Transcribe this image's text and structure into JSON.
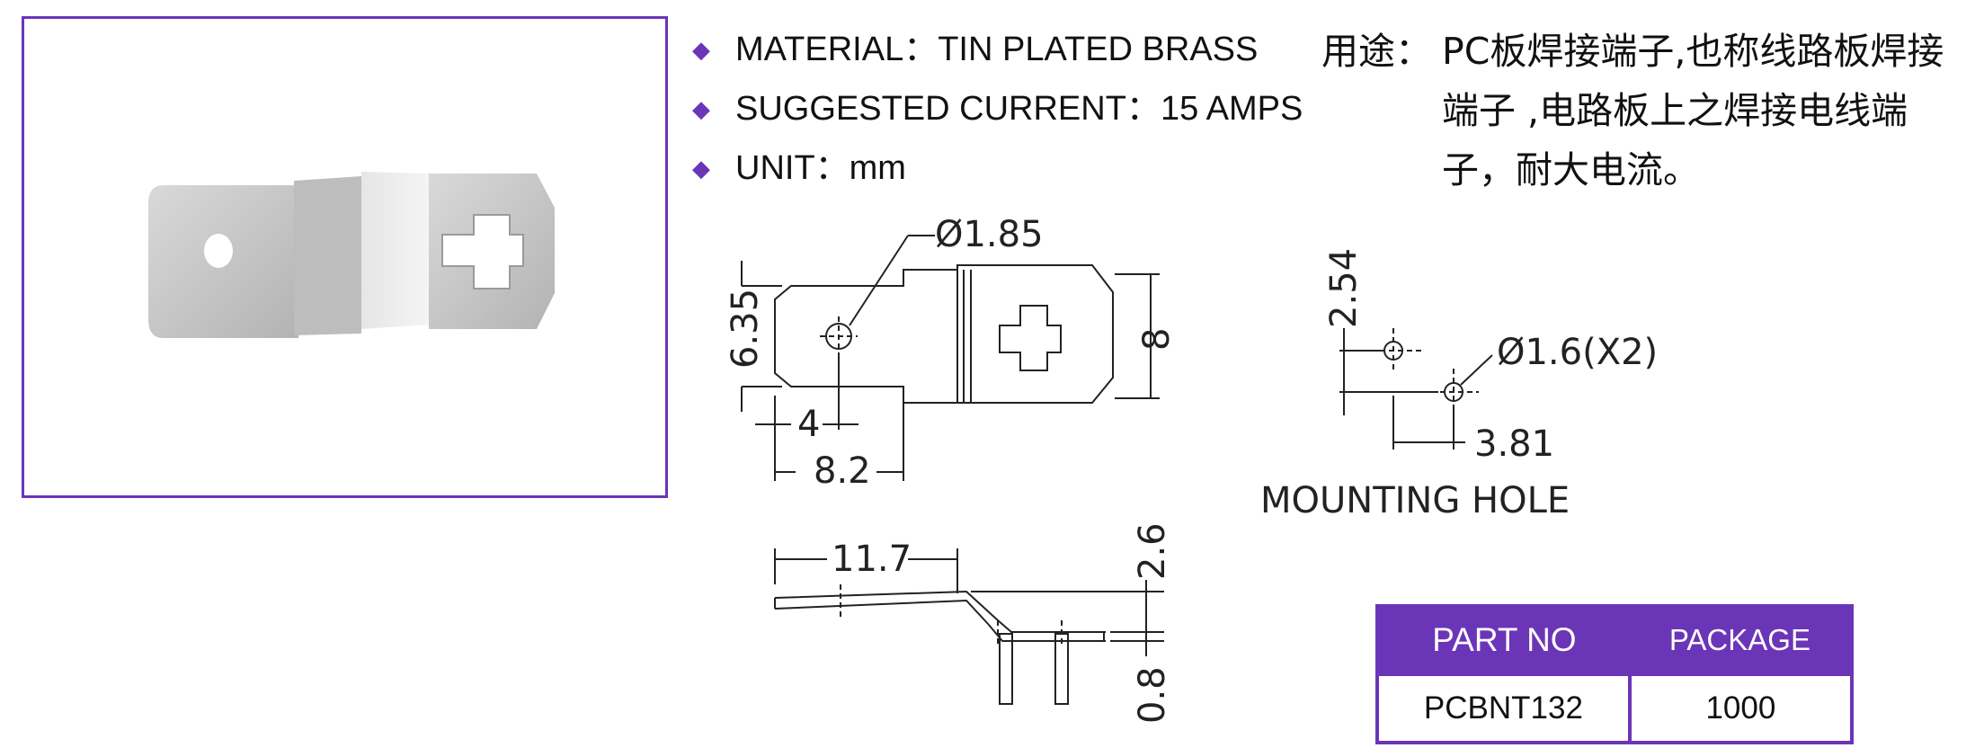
{
  "specs": [
    {
      "label": "MATERIAL：",
      "value": "TIN PLATED BRASS"
    },
    {
      "label": "SUGGESTED CURRENT：",
      "value": "15 AMPS"
    },
    {
      "label": "UNIT：",
      "value": "mm"
    }
  ],
  "usage": {
    "label": "用途：",
    "text": "PC板焊接端子,也称线路板焊接端子 ,电路板上之焊接电线端子，耐大电流。"
  },
  "dimensions": {
    "hole_dia": "Ø1.85",
    "width_left": "6.35",
    "width_right": "8",
    "dim_4": "4",
    "dim_82": "8.2",
    "dim_117": "11.7",
    "dim_26": "2.6",
    "dim_08": "0.8",
    "mount_254": "2.54",
    "mount_hole": "Ø1.6(X2)",
    "mount_381": "3.81",
    "mounting_label": "MOUNTING  HOLE"
  },
  "table": {
    "headers": [
      "PART NO",
      "PACKAGE"
    ],
    "row": [
      "PCBNT132",
      "1000"
    ]
  },
  "colors": {
    "accent": "#6b35b8"
  }
}
